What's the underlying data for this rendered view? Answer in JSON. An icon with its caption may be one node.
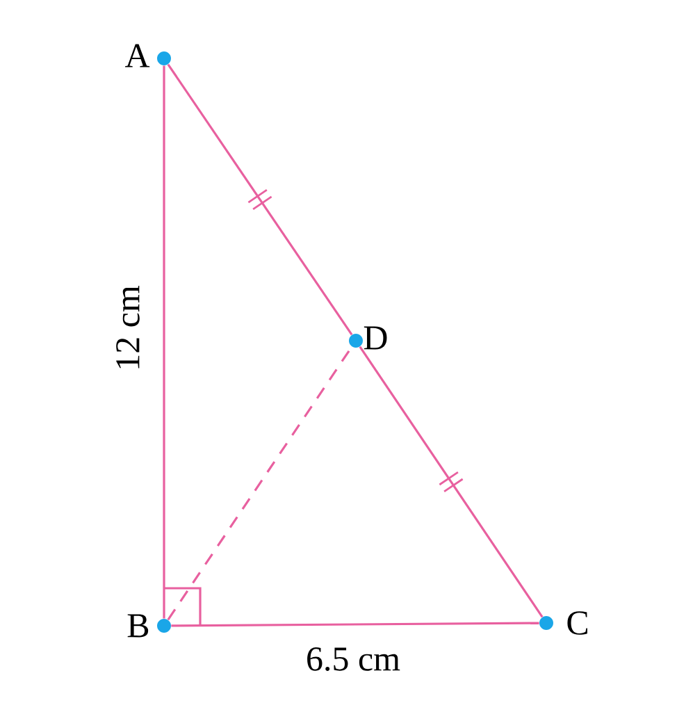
{
  "diagram": {
    "nodes": [
      {
        "text": [],
        "shape": "circle",
        "beside": [
          "A"
        ]
      },
      {
        "text": [],
        "shape": "circle",
        "beside": [
          "B"
        ]
      },
      {
        "text": [],
        "shape": "circle",
        "beside": [
          "C"
        ]
      },
      {
        "text": [],
        "shape": "circle",
        "beside": [
          "D"
        ]
      }
    ],
    "edges": [
      {
        "from": 0,
        "to": 1,
        "arrow": "none"
      },
      {
        "from": 1,
        "to": 2,
        "arrow": "none"
      },
      {
        "from": 0,
        "to": 3,
        "arrow": "none"
      },
      {
        "from": 3,
        "to": 2,
        "arrow": "none"
      },
      {
        "from": 1,
        "to": 3,
        "arrow": "none",
        "style": "dashed"
      }
    ],
    "labels": [
      "12 cm",
      "6.5 cm"
    ]
  }
}
